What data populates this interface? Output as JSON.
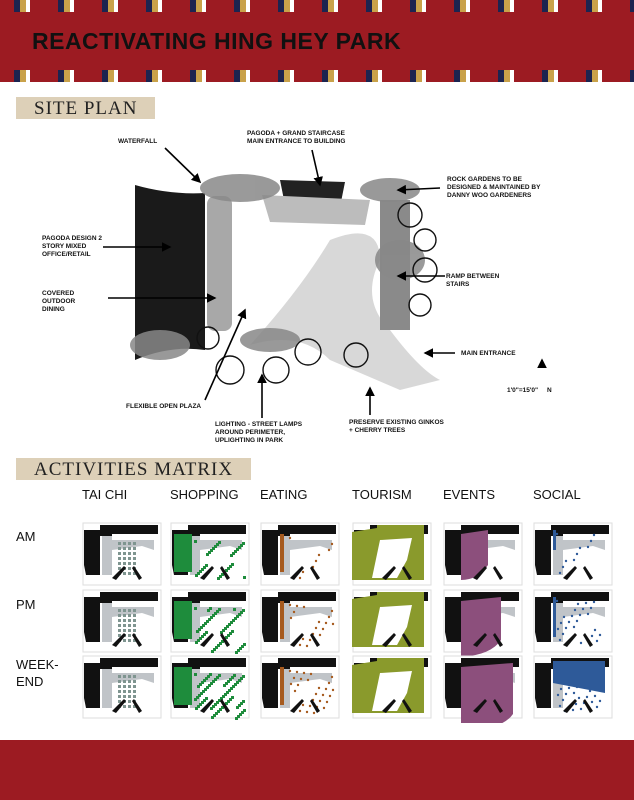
{
  "header": {
    "title": "REACTIVATING HING HEY PARK"
  },
  "site_plan": {
    "heading": "SITE PLAN",
    "labels": {
      "waterfall": "WATERFALL",
      "pagoda_stair": "PAGODA + GRAND STAIRCASE MAIN ENTRANCE TO BUILDING",
      "rock_gardens": "ROCK GARDENS TO BE DESIGNED & MAINTAINED BY DANNY WOO GARDENERS",
      "pagoda_design": "PAGODA DESIGN 2 STORY MIXED OFFICE/RETAIL",
      "covered_dining": "COVERED OUTDOOR DINING",
      "ramp": "RAMP BETWEEN STAIRS",
      "main_entrance": "MAIN ENTRANCE",
      "plaza": "FLEXIBLE OPEN PLAZA",
      "lighting": "LIGHTING - STREET LAMPS AROUND PERIMETER, UPLIGHTING IN PARK",
      "ginkos": "PRESERVE EXISTING GINKOS + CHERRY TREES",
      "scale": "1'0\"=15'0\"",
      "north": "N"
    }
  },
  "matrix": {
    "heading": "ACTIVITIES MATRIX",
    "columns": [
      {
        "label": "TAI CHI",
        "color": "#7f9590"
      },
      {
        "label": "SHOPPING",
        "color": "#1e8c3c"
      },
      {
        "label": "EATING",
        "color": "#a65a1e"
      },
      {
        "label": "TOURISM",
        "color": "#8a9a2c"
      },
      {
        "label": "EVENTS",
        "color": "#8c4f7c"
      },
      {
        "label": "SOCIAL",
        "color": "#2e5a99"
      }
    ],
    "rows": [
      {
        "label": "AM"
      },
      {
        "label": "PM"
      },
      {
        "label": "WEEK-END"
      }
    ]
  }
}
